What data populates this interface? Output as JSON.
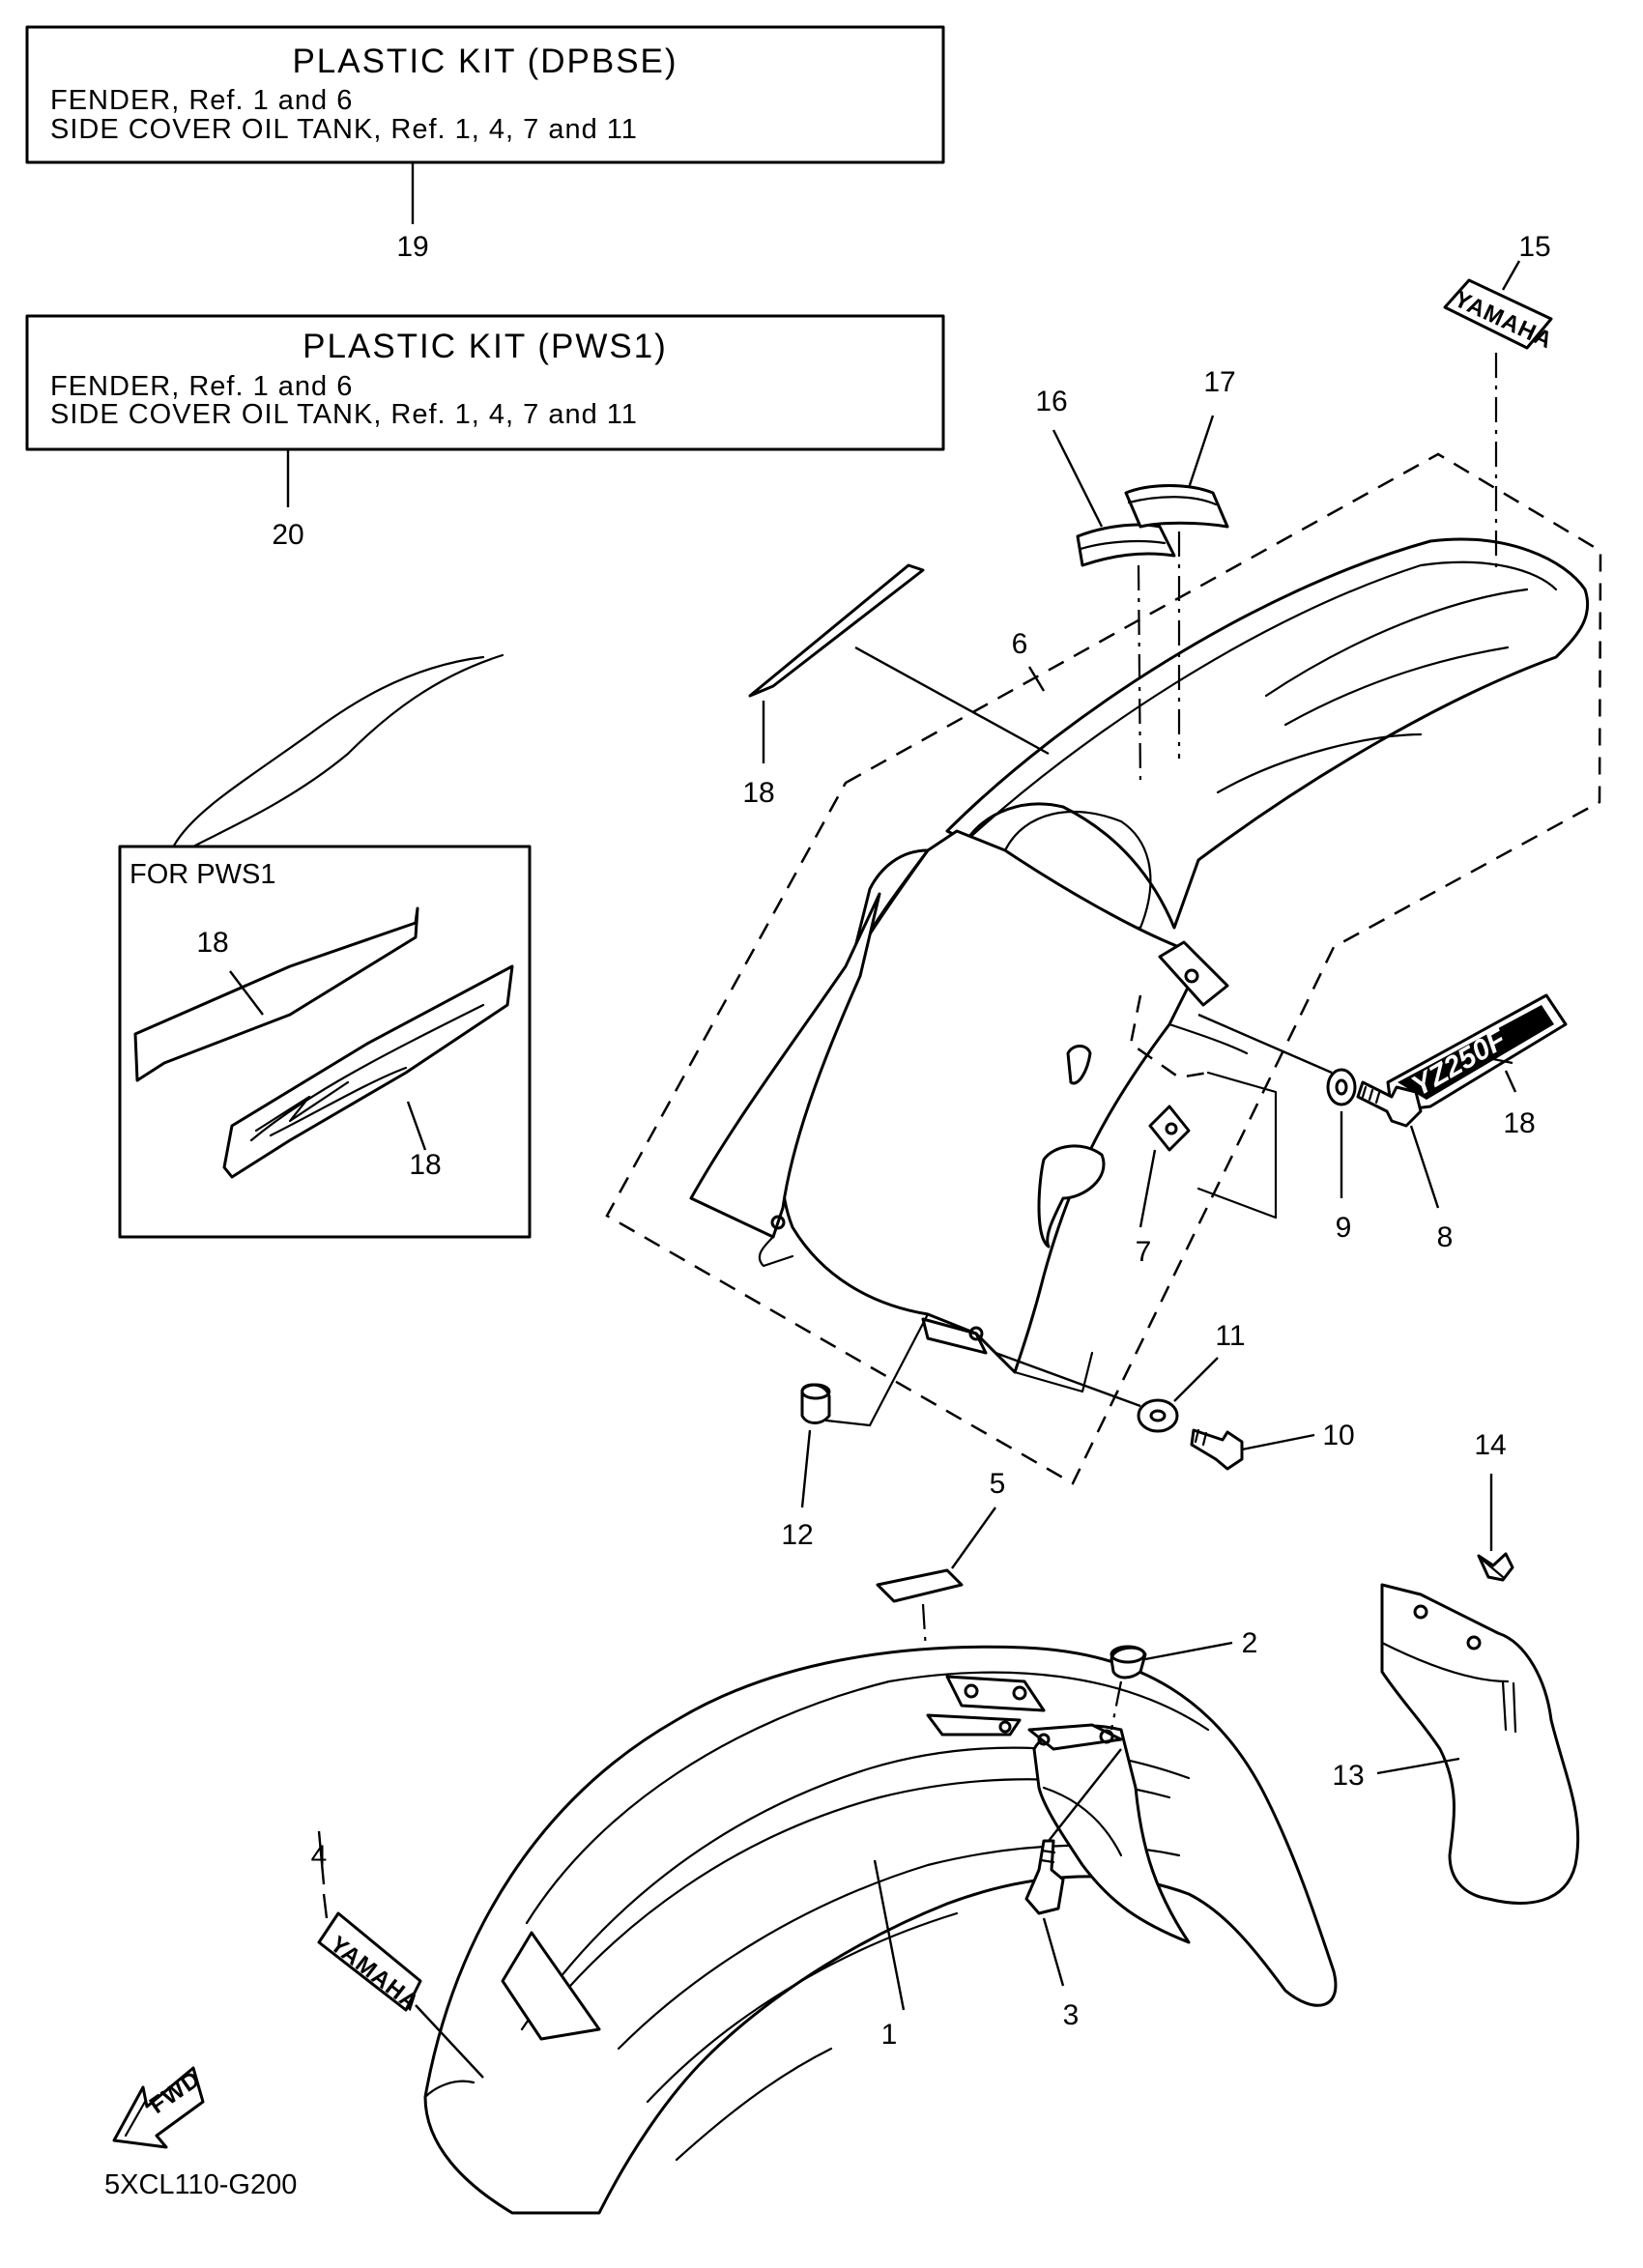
{
  "boxes": {
    "dpbse": {
      "title": "PLASTIC KIT (DPBSE)",
      "line1": "FENDER, Ref. 1 and 6",
      "line2": "SIDE COVER OIL TANK, Ref. 1, 4, 7 and 11",
      "ref": "19"
    },
    "pws1": {
      "title": "PLASTIC KIT (PWS1)",
      "line1": "FENDER, Ref. 1 and 6",
      "line2": "SIDE COVER OIL TANK, Ref. 1, 4, 7 and 11",
      "ref": "20"
    }
  },
  "inset": {
    "title": "FOR PWS1",
    "ref_upper": "18",
    "ref_lower": "18"
  },
  "callouts": {
    "c1": "1",
    "c2": "2",
    "c3": "3",
    "c4": "4",
    "c5": "5",
    "c6": "6",
    "c7": "7",
    "c8": "8",
    "c9": "9",
    "c10": "10",
    "c11": "11",
    "c12": "12",
    "c13": "13",
    "c14": "14",
    "c15": "15",
    "c16": "16",
    "c17": "17",
    "c18a": "18",
    "c18b": "18"
  },
  "decals": {
    "brand": "YAMAHA",
    "model": "YZ250F"
  },
  "fwd_label": "FWD",
  "diagram_code": "5XCL110-G200"
}
